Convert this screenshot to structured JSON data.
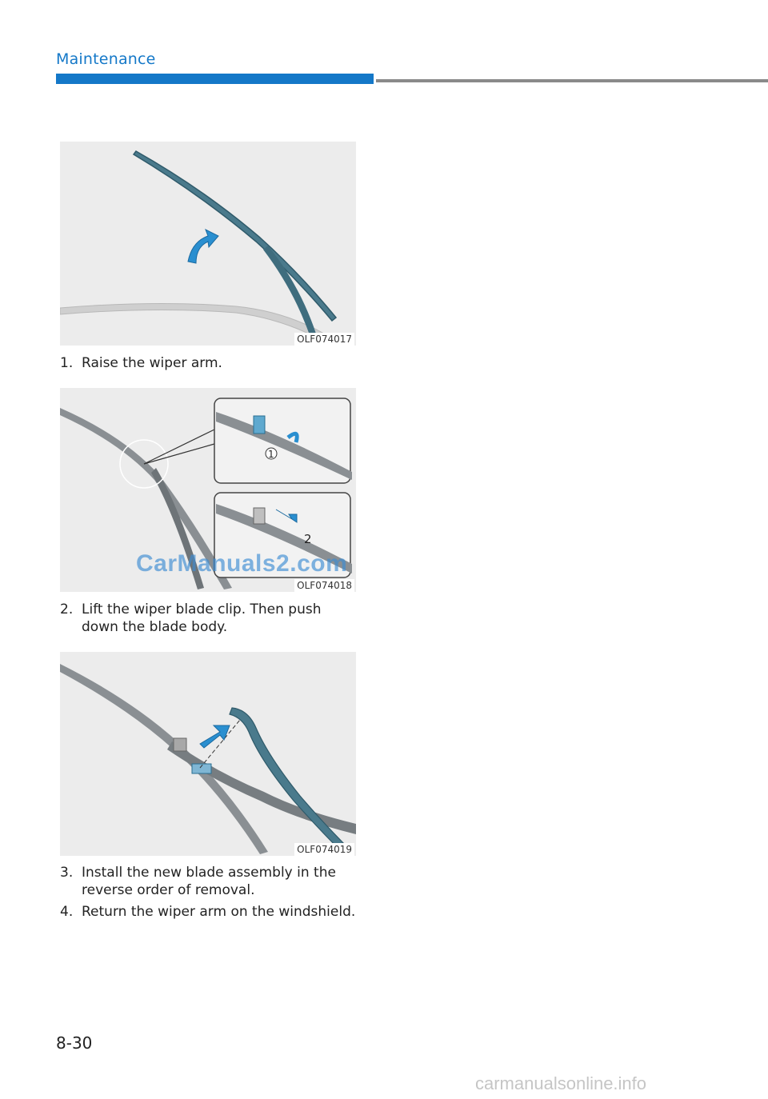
{
  "header": {
    "section_title": "Maintenance"
  },
  "figures": [
    {
      "code": "OLF074017"
    },
    {
      "code": "OLF074018",
      "callout_1": "1",
      "callout_2": "2",
      "watermark": "CarManuals2.com"
    },
    {
      "code": "OLF074019"
    }
  ],
  "steps": [
    {
      "num": "1.",
      "text": "Raise the wiper arm."
    },
    {
      "num": "2.",
      "text": "Lift the wiper blade clip. Then push down the blade body."
    },
    {
      "num": "3.",
      "text": "Install the new blade assembly in the reverse order of removal."
    },
    {
      "num": "4.",
      "text": "Return the wiper arm on the windshield."
    }
  ],
  "footer": {
    "page_number": "8-30",
    "site_watermark": "carmanualsonline.info"
  },
  "colors": {
    "brand_blue": "#1478c8",
    "rule_gray": "#8a8a8a",
    "figure_bg": "#ececec",
    "wiper_teal": "#4a7a8c",
    "arrow_blue": "#2a8fd0"
  }
}
